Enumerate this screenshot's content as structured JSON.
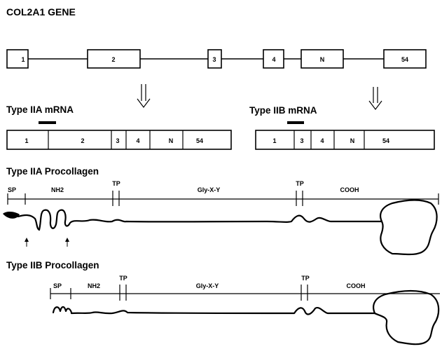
{
  "gene": {
    "title": "COL2A1 GENE",
    "exons": [
      "1",
      "2",
      "3",
      "4",
      "N",
      "54"
    ]
  },
  "mrna_a": {
    "title": "Type IIA mRNA",
    "segments": [
      "1",
      "2",
      "3",
      "4",
      "N",
      "54"
    ]
  },
  "mrna_b": {
    "title": "Type IIB mRNA",
    "segments": [
      "1",
      "3",
      "4",
      "N",
      "54"
    ]
  },
  "procollagen_a": {
    "title": "Type IIA Procollagen",
    "labels": {
      "sp": "SP",
      "nh2": "NH2",
      "tp1": "TP",
      "gly": "Gly-X-Y",
      "tp2": "TP",
      "cooh": "COOH"
    }
  },
  "procollagen_b": {
    "title": "Type IIB Procollagen",
    "labels": {
      "sp": "SP",
      "nh2": "NH2",
      "tp1": "TP",
      "gly": "Gly-X-Y",
      "tp2": "TP",
      "cooh": "COOH"
    }
  }
}
